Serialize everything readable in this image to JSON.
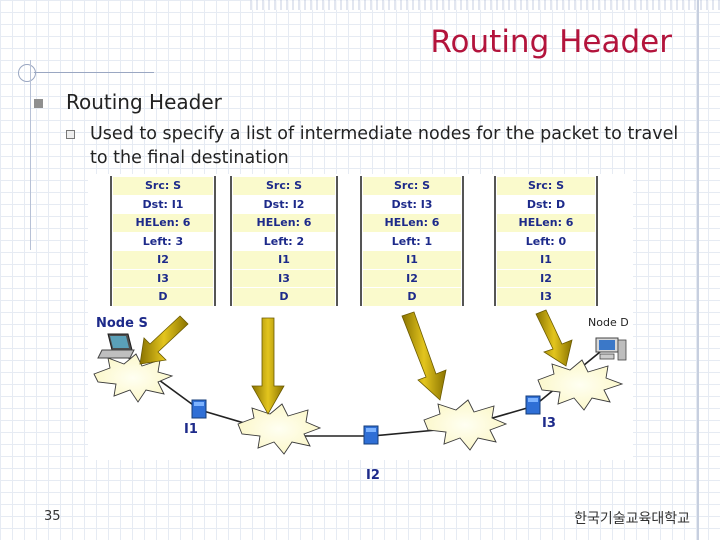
{
  "slide": {
    "title": "Routing Header",
    "bullet_level1": "Routing Header",
    "bullet_level2": "Used to specify a list of intermediate nodes for the packet to travel to the final destination",
    "page_number": "35",
    "footer_org": "한국기술교육대학교",
    "title_color": "#b3143c"
  },
  "diagram": {
    "packets": [
      {
        "rows": [
          "Src: S",
          "Dst: I1",
          "HELen: 6",
          "Left: 3",
          "I2",
          "I3",
          "D"
        ]
      },
      {
        "rows": [
          "Src: S",
          "Dst: I2",
          "HELen: 6",
          "Left: 2",
          "I1",
          "I3",
          "D"
        ]
      },
      {
        "rows": [
          "Src: S",
          "Dst: I3",
          "HELen: 6",
          "Left: 1",
          "I1",
          "I2",
          "D"
        ]
      },
      {
        "rows": [
          "Src: S",
          "Dst: D",
          "HELen: 6",
          "Left: 0",
          "I1",
          "I2",
          "I3"
        ]
      }
    ],
    "nodes": {
      "source": "Node S",
      "destination": "Node D",
      "i1": "I1",
      "i2": "I2",
      "i3": "I3"
    }
  }
}
